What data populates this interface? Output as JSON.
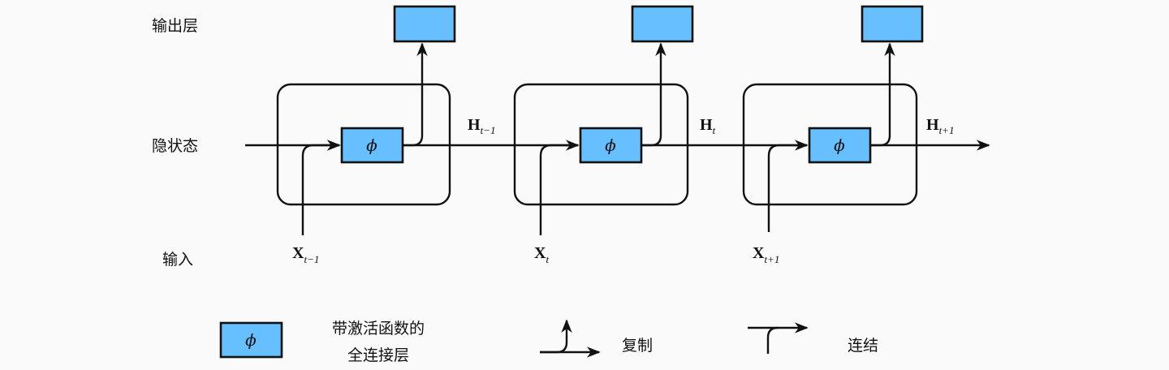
{
  "row_labels": {
    "output_layer": "输出层",
    "hidden_state": "隐状态",
    "input": "输入"
  },
  "activation_symbol": "ϕ",
  "steps": [
    {
      "input_main": "X",
      "input_sub": "t−1",
      "hidden_main": "H",
      "hidden_sub": "t−1"
    },
    {
      "input_main": "X",
      "input_sub": "t",
      "hidden_main": "H",
      "hidden_sub": "t"
    },
    {
      "input_main": "X",
      "input_sub": "t+1",
      "hidden_main": "H",
      "hidden_sub": "t+1"
    }
  ],
  "legend": {
    "fc_layer_line1": "带激活函数的",
    "fc_layer_line2": "全连接层",
    "copy": "复制",
    "concat": "连结"
  },
  "colors": {
    "box_fill": "#66bffe",
    "stroke": "#111111",
    "background": "#fafafa"
  }
}
